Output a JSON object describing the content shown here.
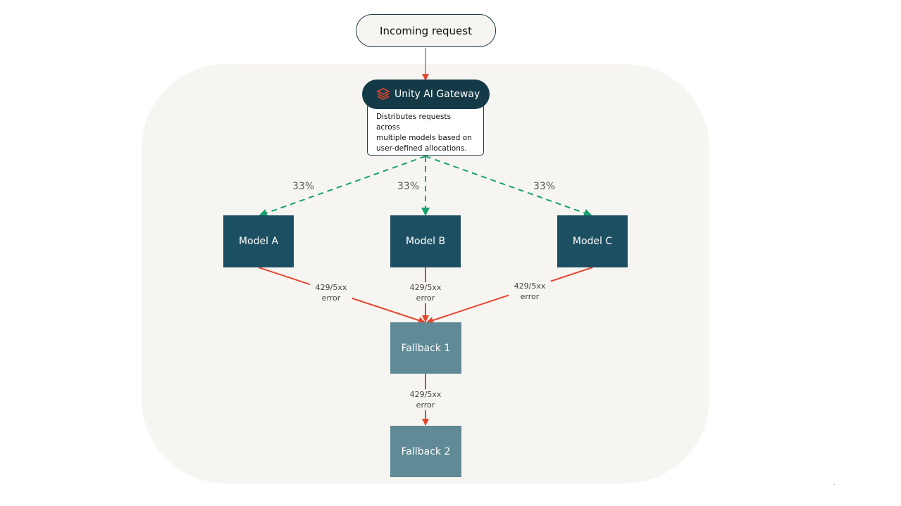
{
  "diagram": {
    "start": "Incoming request",
    "gateway": {
      "title": "Unity AI Gateway",
      "icon": "stacked-layers-icon",
      "description_lines": [
        "Distributes requests across",
        "multiple models based on",
        "user-defined allocations."
      ]
    },
    "allocations": [
      "33%",
      "33%",
      "33%"
    ],
    "models": [
      "Model A",
      "Model B",
      "Model C"
    ],
    "error_label_lines": [
      "429/5xx",
      "error"
    ],
    "fallbacks": [
      "Fallback 1",
      "Fallback 2"
    ]
  },
  "colors": {
    "panel": "#f7f5f2",
    "model_fill": "#1d4f62",
    "fallback_fill": "#5f8a96",
    "gateway_fill": "#143a47",
    "error_arrow": "#e5452f",
    "allocation_arrow": "#15a36b"
  }
}
